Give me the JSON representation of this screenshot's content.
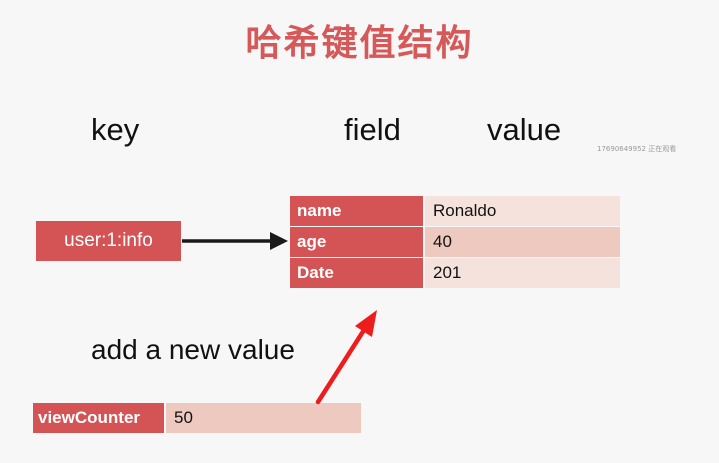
{
  "title": "哈希键值结构",
  "columns": {
    "key": "key",
    "field": "field",
    "value": "value"
  },
  "watermark": "17690649952 正在观看",
  "key_name": "user:1:info",
  "hash": {
    "rows": [
      {
        "field": "name",
        "value": "Ronaldo"
      },
      {
        "field": "age",
        "value": "40"
      },
      {
        "field": "Date",
        "value": "201"
      }
    ]
  },
  "add_label": "add a new value",
  "new_entry": {
    "field": "viewCounter",
    "value": "50"
  },
  "colors": {
    "title": "#d6595a",
    "field_bg": "#d45354",
    "value_bg_light": "#f5e2dd",
    "value_bg_dark": "#edc9c0",
    "arrow_key": "#1a1a1a",
    "arrow_add": "#ee1c1c"
  }
}
